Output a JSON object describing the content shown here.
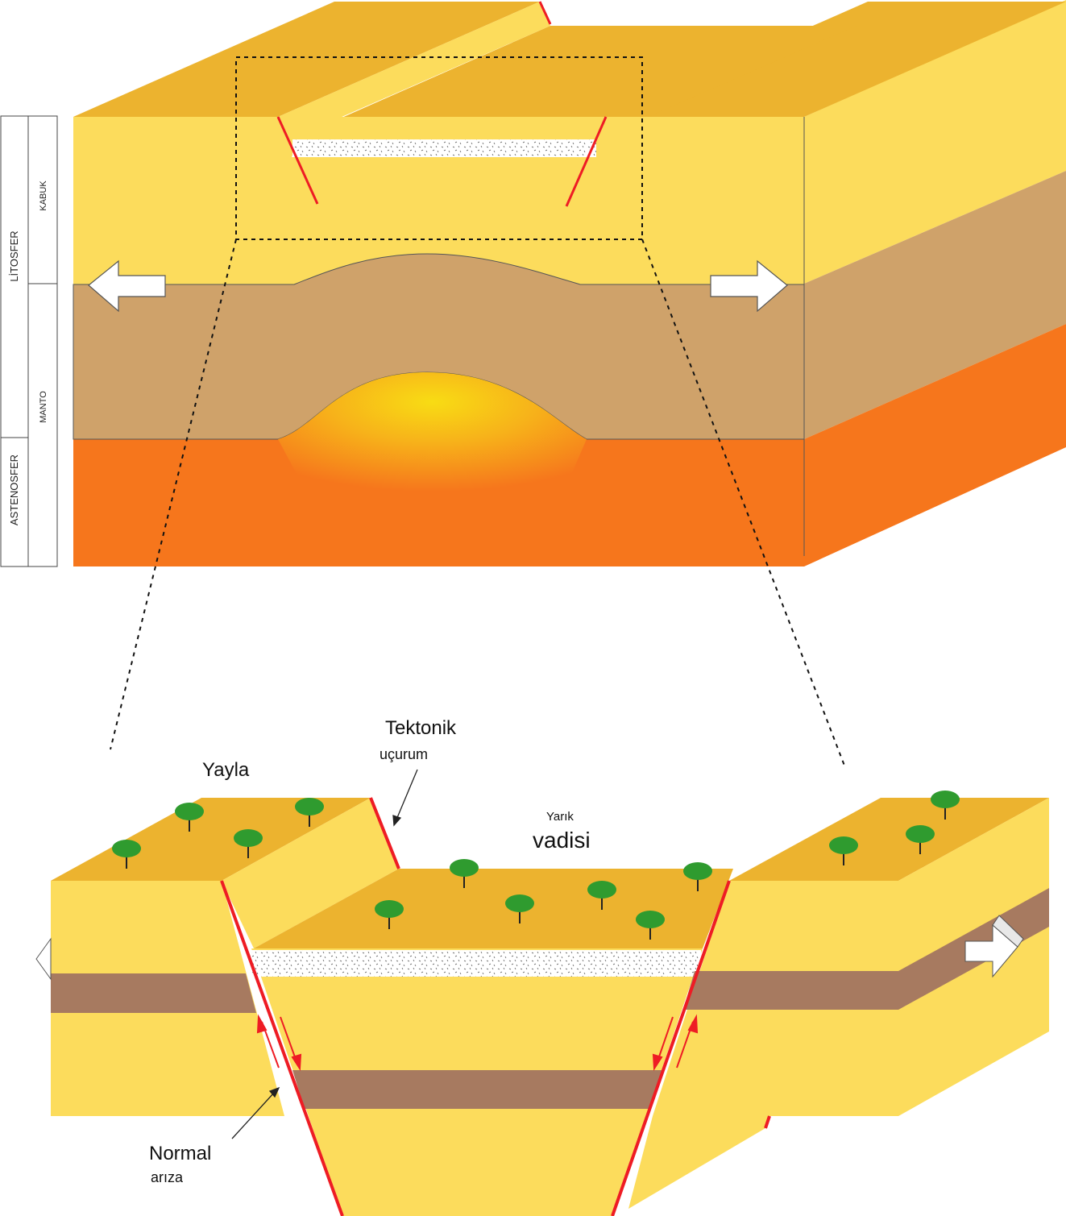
{
  "side_column": {
    "litosfer": "LİTOSFER",
    "astenosfer": "ASTENOSFER",
    "kabuk": "KABUK",
    "manto": "MANTO"
  },
  "labels": {
    "yayla": "Yayla",
    "tektonik": "Tektonik",
    "ucurum": "uçurum",
    "yarik": "Yarık",
    "vadisi": "vadisi",
    "normal": "Normal",
    "ariza": "arıza"
  },
  "colors": {
    "crust_face": "#fcdc5c",
    "crust_top": "#ecb32f",
    "mantle": "#cfa26a",
    "asthenosphere": "#f6761c",
    "fault": "#ee1c24",
    "stratum": "#a77a60",
    "tree": "#2f9b2f"
  }
}
